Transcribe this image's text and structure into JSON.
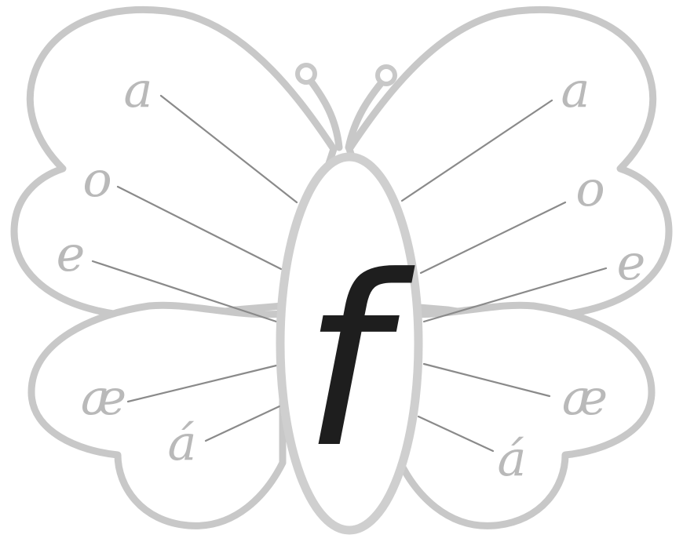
{
  "center": {
    "letter": "f"
  },
  "left_wing": {
    "vowels": [
      "a",
      "o",
      "e",
      "æ",
      "á"
    ]
  },
  "right_wing": {
    "vowels": [
      "a",
      "o",
      "e",
      "æ",
      "á"
    ]
  },
  "colors": {
    "outline": "#c8c8c8",
    "vowel_text": "#b9b9b9",
    "connector": "#8a8a8a",
    "center_letter": "#1e1e1e"
  }
}
